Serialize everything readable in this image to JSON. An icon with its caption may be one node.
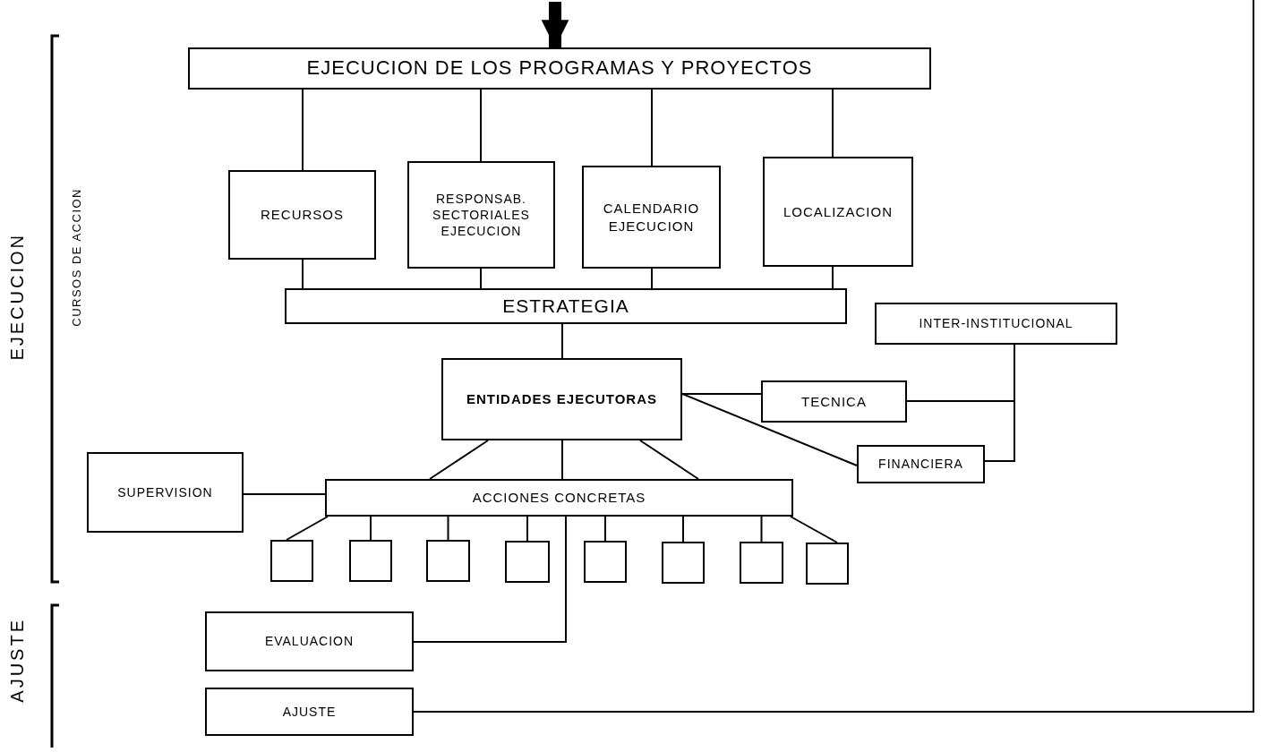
{
  "diagram": {
    "nodes": [
      {
        "text": [
          "EJECUCION DE LOS PROGRAMAS Y PROYECTOS"
        ]
      },
      {
        "text": [
          "RECURSOS"
        ]
      },
      {
        "text": [
          "RESPONSAB. SECTORIALES EJECUCION"
        ]
      },
      {
        "text": [
          "CALENDARIO EJECUCION"
        ]
      },
      {
        "text": [
          "LOCALIZACION"
        ]
      },
      {
        "text": [
          "ESTRATEGIA"
        ]
      },
      {
        "text": [
          "INTER-INSTITUCIONAL"
        ]
      },
      {
        "text": [
          "ENTIDADES EJECUTORAS"
        ]
      },
      {
        "text": [
          "TECNICA"
        ]
      },
      {
        "text": [
          "SUPERVISION"
        ]
      },
      {
        "text": [
          "FINANCIERA"
        ]
      },
      {
        "text": [
          "ACCIONES CONCRETAS"
        ]
      },
      {
        "text": [],
        "shape": "box"
      },
      {
        "text": [],
        "shape": "box"
      },
      {
        "text": [],
        "shape": "box"
      },
      {
        "text": [],
        "shape": "box"
      },
      {
        "text": [],
        "shape": "box"
      },
      {
        "text": [],
        "shape": "box"
      },
      {
        "text": [],
        "shape": "box"
      },
      {
        "text": [],
        "shape": "box"
      },
      {
        "text": [
          "EVALUACION"
        ]
      },
      {
        "text": [
          "AJUSTE"
        ]
      }
    ],
    "edges": [
      {
        "from": 0,
        "to": 1,
        "arrow": "none"
      },
      {
        "from": 0,
        "to": 2,
        "arrow": "none"
      },
      {
        "from": 0,
        "to": 3,
        "arrow": "none"
      },
      {
        "from": 0,
        "to": 4,
        "arrow": "none"
      },
      {
        "from": 1,
        "to": 5,
        "arrow": "none"
      },
      {
        "from": 2,
        "to": 5,
        "arrow": "none"
      },
      {
        "from": 3,
        "to": 5,
        "arrow": "none"
      },
      {
        "from": 4,
        "to": 5,
        "arrow": "none"
      },
      {
        "from": 5,
        "to": 7,
        "arrow": "none"
      },
      {
        "from": 7,
        "to": 8,
        "arrow": "none"
      },
      {
        "from": 7,
        "to": 10,
        "arrow": "none"
      },
      {
        "from": 6,
        "to": 8,
        "arrow": "none"
      },
      {
        "from": 6,
        "to": 10,
        "arrow": "none"
      },
      {
        "from": 7,
        "to": 11,
        "arrow": "none"
      },
      {
        "from": 7,
        "to": 11,
        "arrow": "none"
      },
      {
        "from": 7,
        "to": 11,
        "arrow": "none"
      },
      {
        "from": 9,
        "to": 11,
        "arrow": "none"
      },
      {
        "from": 11,
        "to": 12,
        "arrow": "none"
      },
      {
        "from": 11,
        "to": 13,
        "arrow": "none"
      },
      {
        "from": 11,
        "to": 14,
        "arrow": "none"
      },
      {
        "from": 11,
        "to": 15,
        "arrow": "none"
      },
      {
        "from": 11,
        "to": 16,
        "arrow": "none"
      },
      {
        "from": 11,
        "to": 17,
        "arrow": "none"
      },
      {
        "from": 11,
        "to": 18,
        "arrow": "none"
      },
      {
        "from": 11,
        "to": 19,
        "arrow": "none"
      },
      {
        "from": 11,
        "to": 20,
        "arrow": "none"
      },
      {
        "from": 21,
        "to": null,
        "arrow": "none"
      },
      {
        "from": null,
        "to": 0,
        "arrow": "to",
        "style": "thick"
      }
    ],
    "labels": [
      "EJECUCION",
      "CURSOS DE ACCION",
      "AJUSTE"
    ]
  }
}
